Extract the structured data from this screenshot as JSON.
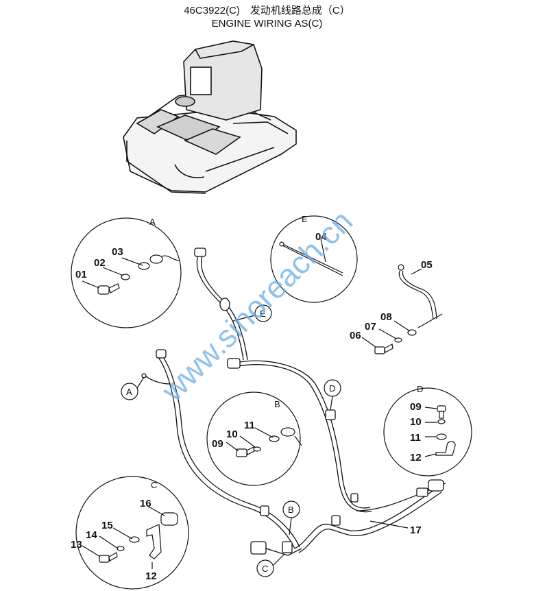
{
  "title": {
    "line1": "46C3922(C)　发动机线路总成（C）",
    "line2": "ENGINE WIRING AS(C)"
  },
  "watermark": "www.sinoreach.cn",
  "callouts": {
    "A": "A",
    "B": "B",
    "C": "C",
    "D": "D",
    "E": "E"
  },
  "detail_A": {
    "letter": "A",
    "parts": [
      "01",
      "02",
      "03"
    ]
  },
  "detail_E": {
    "letter": "E",
    "parts": [
      "04"
    ]
  },
  "detail_B": {
    "letter": "B",
    "parts": [
      "09",
      "10",
      "11"
    ]
  },
  "detail_D": {
    "letter": "D",
    "parts": [
      "09",
      "10",
      "11",
      "12"
    ]
  },
  "detail_C": {
    "letter": "C",
    "parts": [
      "13",
      "14",
      "15",
      "16",
      "12"
    ]
  },
  "loose_parts": [
    "05",
    "06",
    "07",
    "08"
  ],
  "harness_part": "17"
}
